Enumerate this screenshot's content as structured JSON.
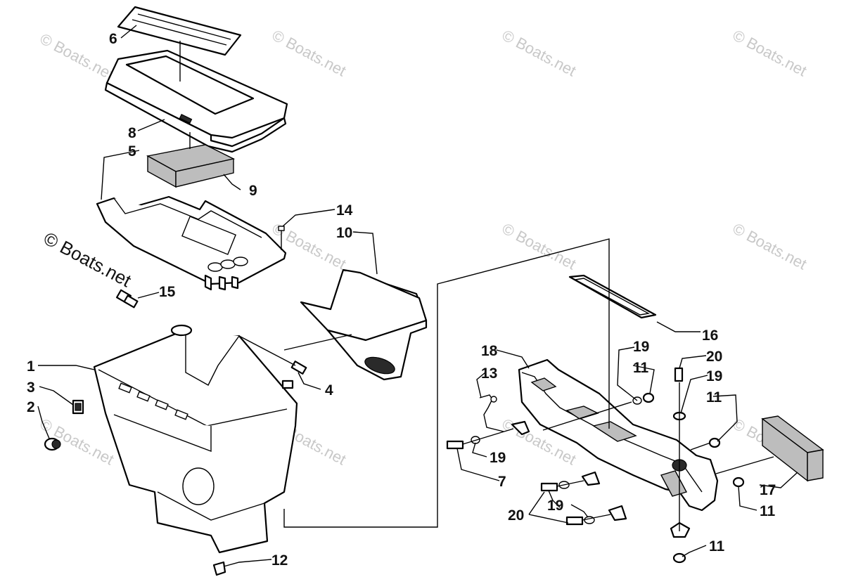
{
  "diagram": {
    "type": "exploded-parts-diagram",
    "watermark": "© Boats.net",
    "callouts": [
      {
        "id": "c1",
        "label": "1"
      },
      {
        "id": "c2",
        "label": "2"
      },
      {
        "id": "c3",
        "label": "3"
      },
      {
        "id": "c4",
        "label": "4"
      },
      {
        "id": "c5",
        "label": "5"
      },
      {
        "id": "c6",
        "label": "6"
      },
      {
        "id": "c7",
        "label": "7"
      },
      {
        "id": "c8",
        "label": "8"
      },
      {
        "id": "c9",
        "label": "9"
      },
      {
        "id": "c10",
        "label": "10"
      },
      {
        "id": "c11a",
        "label": "11"
      },
      {
        "id": "c11b",
        "label": "11"
      },
      {
        "id": "c11c",
        "label": "11"
      },
      {
        "id": "c11d",
        "label": "11"
      },
      {
        "id": "c12",
        "label": "12"
      },
      {
        "id": "c13",
        "label": "13"
      },
      {
        "id": "c14",
        "label": "14"
      },
      {
        "id": "c15",
        "label": "15"
      },
      {
        "id": "c16",
        "label": "16"
      },
      {
        "id": "c17",
        "label": "17"
      },
      {
        "id": "c18",
        "label": "18"
      },
      {
        "id": "c19a",
        "label": "19"
      },
      {
        "id": "c19b",
        "label": "19"
      },
      {
        "id": "c19c",
        "label": "19"
      },
      {
        "id": "c19d",
        "label": "19"
      },
      {
        "id": "c20a",
        "label": "20"
      },
      {
        "id": "c20b",
        "label": "20"
      }
    ]
  }
}
